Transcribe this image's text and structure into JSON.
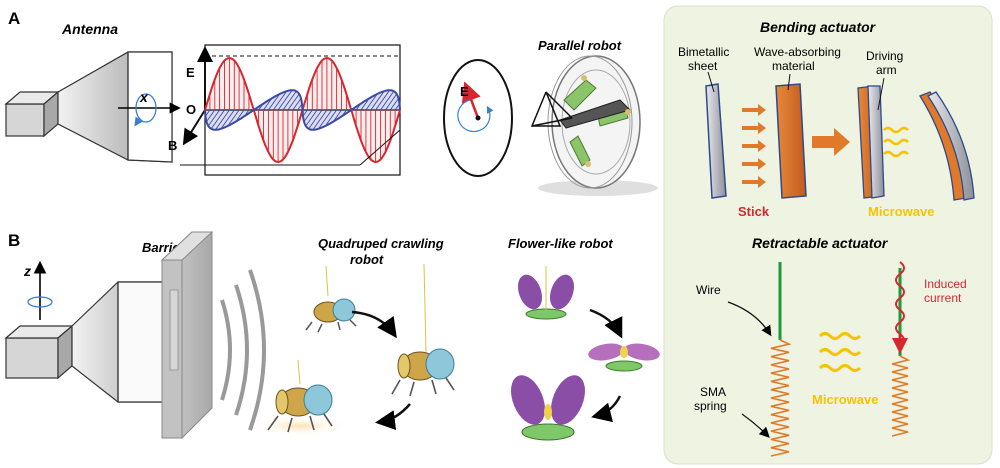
{
  "panel_a": {
    "letter": "A",
    "antenna_title": "Antenna",
    "axis_x": "x",
    "field_e": "E",
    "field_o": "O",
    "field_b": "B",
    "ellipse_e": "E",
    "parallel_title": "Parallel robot"
  },
  "panel_b": {
    "letter": "B",
    "axis_z": "z",
    "barrier_title": "Barrier",
    "quadruped_title_1": "Quadruped crawling",
    "quadruped_title_2": "robot",
    "flower_title": "Flower-like robot"
  },
  "bending": {
    "title": "Bending actuator",
    "label_bimetal_1": "Bimetallic",
    "label_bimetal_2": "sheet",
    "label_wave_1": "Wave-absorbing",
    "label_wave_2": "material",
    "label_arm_1": "Driving",
    "label_arm_2": "arm",
    "stick": "Stick",
    "microwave": "Microwave"
  },
  "retractable": {
    "title": "Retractable actuator",
    "wire": "Wire",
    "induced_1": "Induced",
    "induced_2": "current",
    "sma_1": "SMA",
    "sma_2": "spring",
    "microwave": "Microwave"
  },
  "colors": {
    "red": "#d7262e",
    "blue": "#3b4aa8",
    "panel_green": "#eef3e2",
    "orange": "#e07a2a",
    "yellow": "#f5c400",
    "wire_green": "#1f9a3a"
  }
}
